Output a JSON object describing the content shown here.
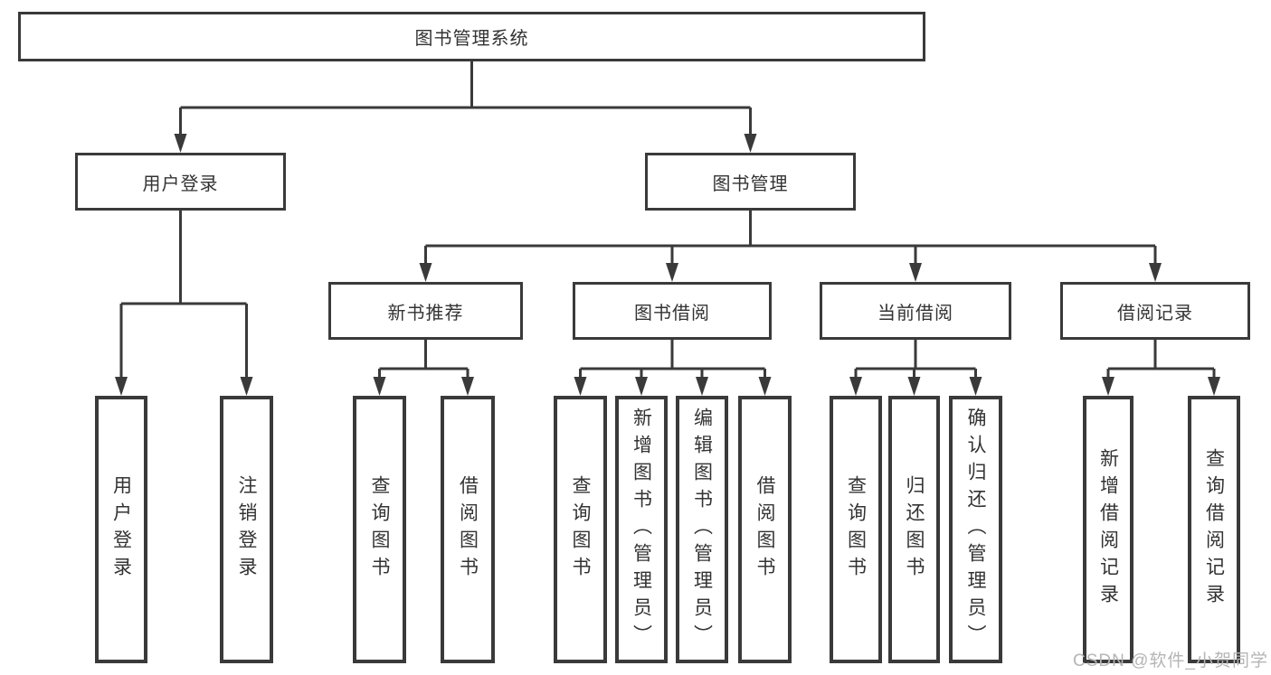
{
  "diagram": {
    "root": {
      "label": "图书管理系统"
    },
    "branches": [
      {
        "label": "用户登录",
        "children": [
          {
            "label": "用户登录"
          },
          {
            "label": "注销登录"
          }
        ]
      },
      {
        "label": "图书管理",
        "children": [
          {
            "label": "新书推荐",
            "children": [
              {
                "label": "查询图书"
              },
              {
                "label": "借阅图书"
              }
            ]
          },
          {
            "label": "图书借阅",
            "children": [
              {
                "label": "查询图书"
              },
              {
                "label": "新增图书（管理员）"
              },
              {
                "label": "编辑图书（管理员）"
              },
              {
                "label": "借阅图书"
              }
            ]
          },
          {
            "label": "当前借阅",
            "children": [
              {
                "label": "查询图书"
              },
              {
                "label": "归还图书"
              },
              {
                "label": "确认归还（管理员）"
              }
            ]
          },
          {
            "label": "借阅记录",
            "children": [
              {
                "label": "新增借阅记录"
              },
              {
                "label": "查询借阅记录"
              }
            ]
          }
        ]
      }
    ]
  },
  "watermark": {
    "text": "CSDN @软件_小贺同学"
  },
  "colors": {
    "line": "#3a3a3a",
    "text": "#333333",
    "background": "#ffffff",
    "watermark": "#b5b5b5"
  }
}
